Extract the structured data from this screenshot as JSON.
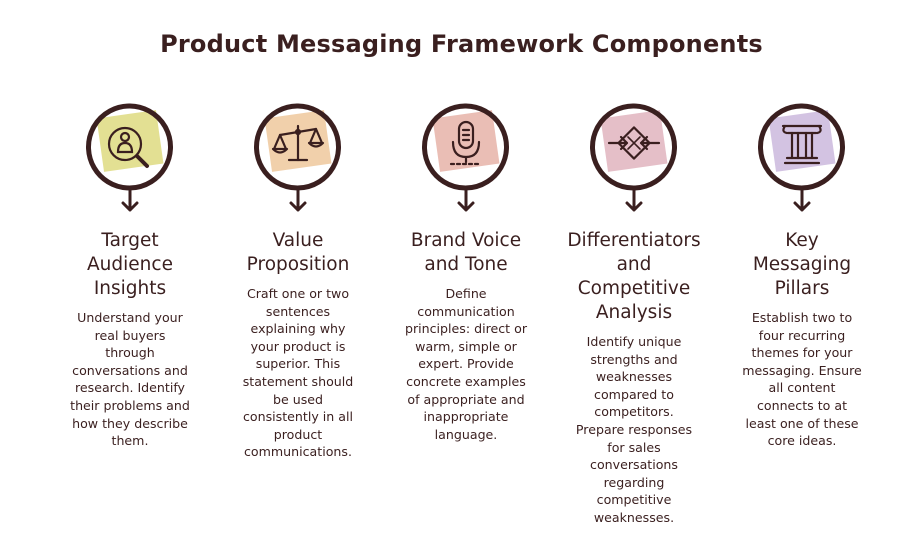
{
  "title": "Product Messaging Framework Components",
  "items": [
    {
      "icon": "audience-insight-icon",
      "accent": "#d9d56f",
      "heading_lines": [
        "Target",
        "Audience",
        "Insights"
      ],
      "body_lines": [
        "Understand your",
        "real buyers",
        "through",
        "conversations and",
        "research. Identify",
        "their problems and",
        "how they describe",
        "them."
      ]
    },
    {
      "icon": "balance-scale-icon",
      "accent": "#ecc08f",
      "heading_lines": [
        "Value",
        "Proposition"
      ],
      "body_lines": [
        "Craft one or two",
        "sentences",
        "explaining why",
        "your product is",
        "superior. This",
        "statement should",
        "be used",
        "consistently in all",
        "product",
        "communications."
      ]
    },
    {
      "icon": "microphone-icon",
      "accent": "#e3a89c",
      "heading_lines": [
        "Brand Voice",
        "and Tone"
      ],
      "body_lines": [
        "Define",
        "communication",
        "principles: direct or",
        "warm, simple or",
        "expert. Provide",
        "concrete examples",
        "of appropriate and",
        "inappropriate",
        "language."
      ]
    },
    {
      "icon": "differentiation-arrows-icon",
      "accent": "#dcaab5",
      "heading_lines": [
        "Differentiators",
        "and",
        "Competitive",
        "Analysis"
      ],
      "body_lines": [
        "Identify unique",
        "strengths and",
        "weaknesses",
        "compared to",
        "competitors.",
        "Prepare responses",
        "for sales",
        "conversations",
        "regarding",
        "competitive",
        "weaknesses."
      ]
    },
    {
      "icon": "pillar-icon",
      "accent": "#c4afd8",
      "heading_lines": [
        "Key",
        "Messaging",
        "Pillars"
      ],
      "body_lines": [
        "Establish two to",
        "four recurring",
        "themes for your",
        "messaging. Ensure",
        "all content",
        "connects to at",
        "least one of these",
        "core ideas."
      ]
    }
  ]
}
